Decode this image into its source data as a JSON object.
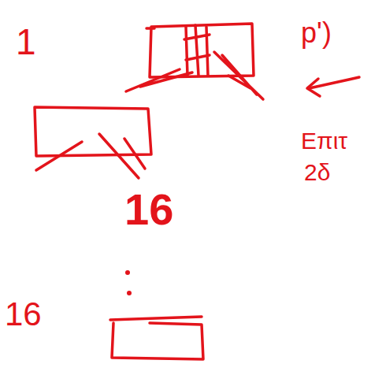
{
  "diagram": {
    "labels": [
      "1",
      "p')",
      "Επιτ",
      "2δ",
      "16",
      "16"
    ]
  }
}
